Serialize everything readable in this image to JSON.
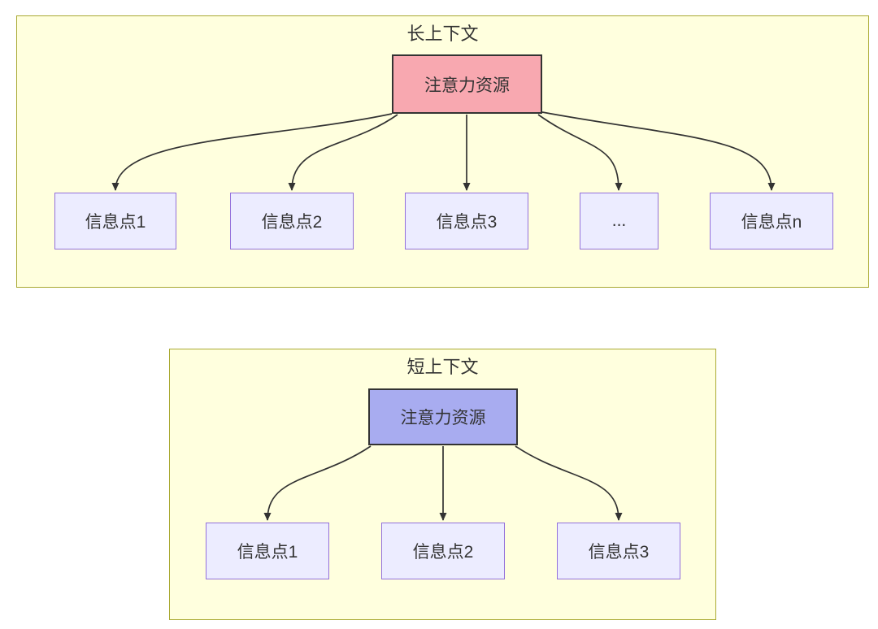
{
  "diagram": {
    "type": "flowchart",
    "panels": [
      {
        "id": "long-context",
        "title": "长上下文",
        "root": {
          "label": "注意力资源",
          "fill": "#f8a8b0"
        },
        "children": [
          {
            "label": "信息点1"
          },
          {
            "label": "信息点2"
          },
          {
            "label": "信息点3"
          },
          {
            "label": "..."
          },
          {
            "label": "信息点n"
          }
        ]
      },
      {
        "id": "short-context",
        "title": "短上下文",
        "root": {
          "label": "注意力资源",
          "fill": "#a8acf0"
        },
        "children": [
          {
            "label": "信息点1"
          },
          {
            "label": "信息点2"
          },
          {
            "label": "信息点3"
          }
        ]
      }
    ],
    "edges": [
      {
        "panel": "long-context",
        "from": "注意力资源",
        "to": "信息点1"
      },
      {
        "panel": "long-context",
        "from": "注意力资源",
        "to": "信息点2"
      },
      {
        "panel": "long-context",
        "from": "注意力资源",
        "to": "信息点3"
      },
      {
        "panel": "long-context",
        "from": "注意力资源",
        "to": "..."
      },
      {
        "panel": "long-context",
        "from": "注意力资源",
        "to": "信息点n"
      },
      {
        "panel": "short-context",
        "from": "注意力资源",
        "to": "信息点1"
      },
      {
        "panel": "short-context",
        "from": "注意力资源",
        "to": "信息点2"
      },
      {
        "panel": "short-context",
        "from": "注意力资源",
        "to": "信息点3"
      }
    ],
    "colors": {
      "panel_fill": "#ffffde",
      "panel_border": "#aaaa33",
      "node_fill": "#ececff",
      "node_border": "#9370db",
      "root_border": "#333333",
      "arrow": "#333333",
      "text": "#333333"
    }
  }
}
